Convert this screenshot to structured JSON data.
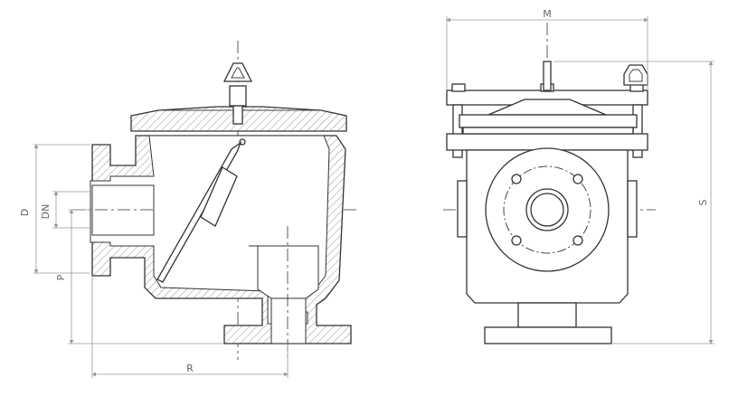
{
  "dimensions": {
    "M": "M",
    "S": "S",
    "D": "D",
    "DN": "DN",
    "P": "P",
    "R": "R"
  },
  "colors": {
    "line": "#333333",
    "dimension": "#9a9a9a",
    "label": "#666666",
    "background": "#ffffff"
  }
}
